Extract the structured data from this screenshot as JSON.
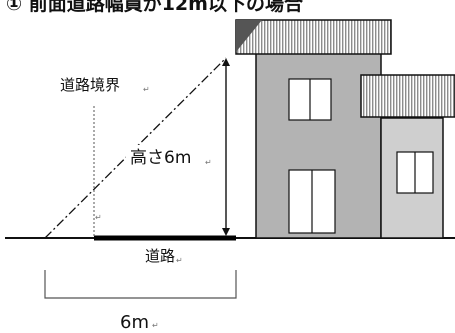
{
  "header": {
    "text": "① 前面道路幅員が12m以下の場合"
  },
  "labels": {
    "boundary": "道路境界",
    "height": "高さ6m",
    "road": "道路",
    "distance": "6m"
  },
  "edit_mark": "↵",
  "colors": {
    "wall": "#b3b3b3",
    "wall_side": "#cfcfcf",
    "roof_hatch": "#8c8c8c",
    "roof_dark": "#555555",
    "line": "#111111",
    "window": "#ffffff"
  }
}
